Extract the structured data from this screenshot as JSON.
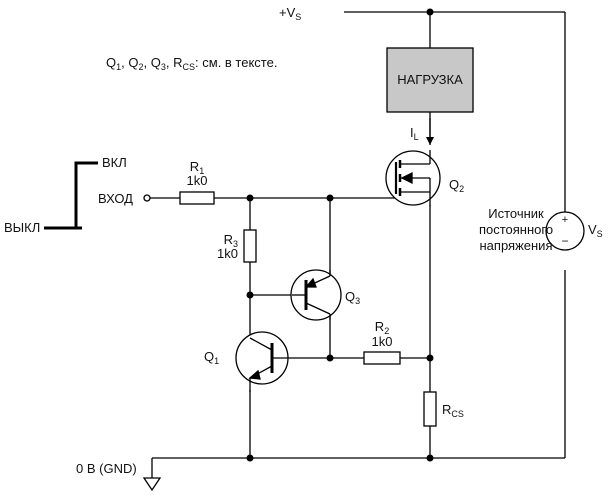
{
  "note": {
    "prefix": "Q",
    "q1": "1",
    "q2": "2",
    "q3": "3",
    "r": "R",
    "r_sub": "CS",
    "suffix": ": см. в тексте."
  },
  "vsupply_top": {
    "prefix": "+V",
    "sub": "S"
  },
  "load": {
    "label": "НАГРУЗКА"
  },
  "current": {
    "main": "I",
    "sub": "L"
  },
  "q2": {
    "main": "Q",
    "sub": "2"
  },
  "q3": {
    "main": "Q",
    "sub": "3"
  },
  "q1": {
    "main": "Q",
    "sub": "1"
  },
  "r1": {
    "main": "R",
    "sub": "1",
    "value": "1k0"
  },
  "r2": {
    "main": "R",
    "sub": "2",
    "value": "1k0"
  },
  "r3": {
    "main": "R",
    "sub": "3",
    "value": "1k0"
  },
  "rcs": {
    "main": "R",
    "sub": "CS"
  },
  "input": {
    "label": "ВХОД"
  },
  "pulse": {
    "on": "ВКЛ",
    "off": "ВЫКЛ"
  },
  "source": {
    "line1": "Источник",
    "line2": "постоянного",
    "line3": "напряжения",
    "main": "V",
    "sub": "S",
    "plus": "+",
    "minus": "−"
  },
  "ground": {
    "label": "0 В (GND)"
  },
  "colors": {
    "wire": "#000000",
    "load_fill": "#c8c8c8"
  }
}
